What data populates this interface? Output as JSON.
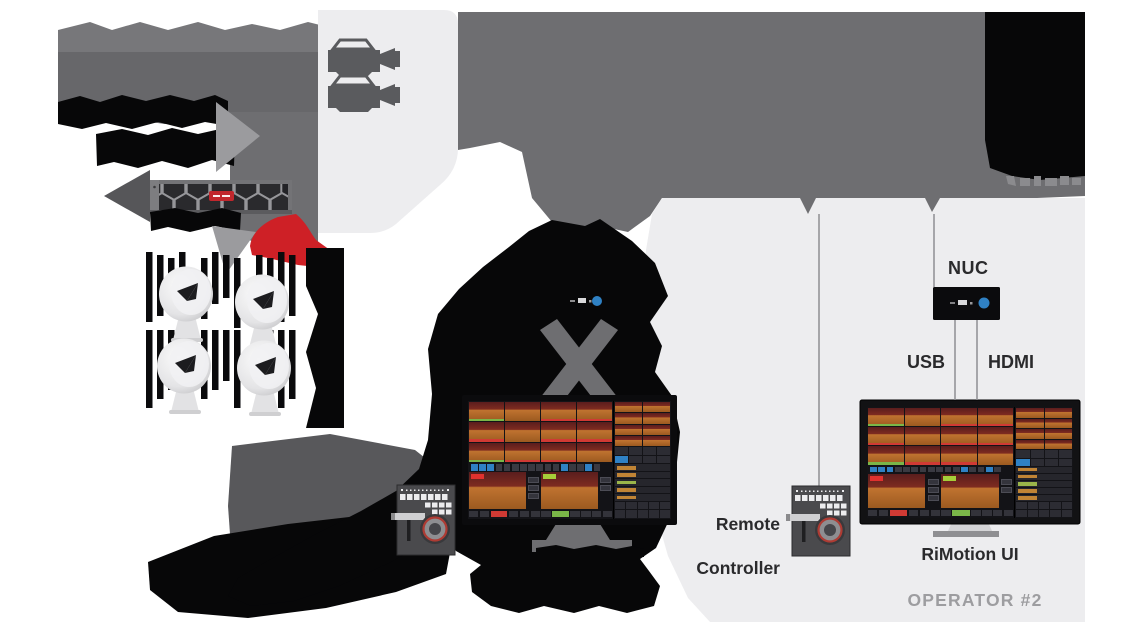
{
  "diagram": {
    "labels": {
      "nuc": "NUC",
      "usb": "USB",
      "hdmi": "HDMI",
      "remote_controller_line1": "Remote",
      "remote_controller_line2": "Controller",
      "rimotion_ui": "RiMotion UI",
      "operator_2": "OPERATOR #2"
    },
    "colors": {
      "light_panel": "#ededef",
      "mid_gray": "#6e6e71",
      "dark_gray": "#58585b",
      "black": "#070708",
      "accent_red": "#ce2026",
      "accent_blue": "#2f81c4",
      "label_dark": "#2a2a2c",
      "label_muted": "#9d9da0"
    },
    "monitor_ui": {
      "bg": "#131317",
      "thumb_gradient": [
        "#5a1d1d",
        "#7e2b20",
        "#c07330",
        "#9c5a20"
      ],
      "thumb_tags": [
        "green",
        "",
        "red",
        "red",
        "red",
        "",
        "red",
        "red",
        "green",
        "red",
        "red",
        ""
      ],
      "tag_colors": {
        "green": "#7ab648",
        "red": "#d03a34"
      },
      "toolbar_buttons": 16,
      "toolbar_blues": [
        0,
        1,
        2,
        11,
        14
      ],
      "preview_left_badge": "#e0312e",
      "preview_right_badge": "#a6ce39",
      "bottom_buttons": 12,
      "bottom_red_index": 2,
      "bottom_green_index": 7,
      "sidebar_thumbs": 8,
      "sidebar_accents": [
        "#c08435",
        "#c08435",
        "#9ab54a",
        "#c08435",
        "#c08435"
      ]
    }
  }
}
